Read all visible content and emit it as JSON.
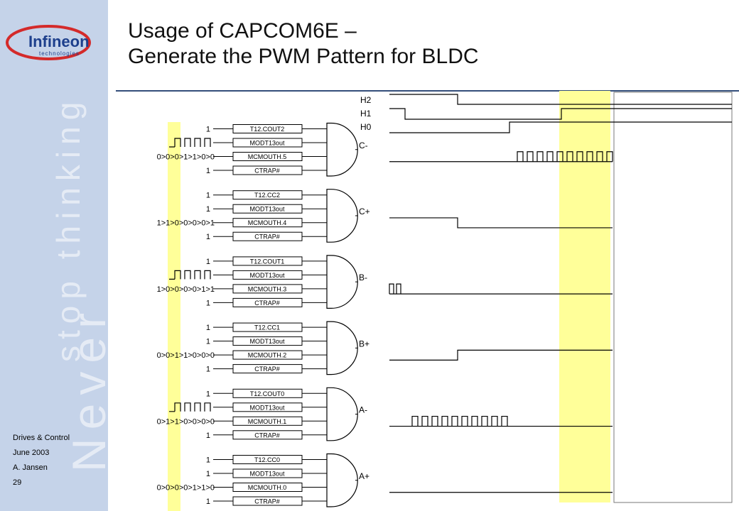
{
  "title_line1": "Usage of CAPCOM6E –",
  "title_line2": "Generate the PWM Pattern for BLDC",
  "logo": {
    "name": "Infineon",
    "sub": "technologies"
  },
  "tagline": {
    "big": "Never",
    "small": "stop thinking"
  },
  "footer": {
    "dept": "Drives & Control",
    "date": "June 2003",
    "author": "A. Jansen",
    "page": "29"
  },
  "colors": {
    "sidebar": "#c5d3e9",
    "highlight": "#ffff99",
    "logo_red": "#d42a2a",
    "logo_blue": "#1d3f8c",
    "title_rule": "#334e7a"
  },
  "hall_labels": [
    "H2",
    "H1",
    "H0"
  ],
  "gates": [
    {
      "output": "C-",
      "inputs": [
        "T12.COUT2",
        "MODT13out",
        "MCMOUTH.5",
        "CTRAP#"
      ],
      "levels": [
        "1",
        "",
        "0>0>0>1>1>0>0",
        "1"
      ]
    },
    {
      "output": "C+",
      "inputs": [
        "T12.CC2",
        "MODT13out",
        "MCMOUTH.4",
        "CTRAP#"
      ],
      "levels": [
        "1",
        "1",
        "1>1>0>0>0>0>1",
        "1"
      ]
    },
    {
      "output": "B-",
      "inputs": [
        "T12.COUT1",
        "MODT13out",
        "MCMOUTH.3",
        "CTRAP#"
      ],
      "levels": [
        "1",
        "",
        "1>0>0>0>0>1>1",
        "1"
      ]
    },
    {
      "output": "B+",
      "inputs": [
        "T12.CC1",
        "MODT13out",
        "MCMOUTH.2",
        "CTRAP#"
      ],
      "levels": [
        "1",
        "1",
        "0>0>1>1>0>0>0",
        "1"
      ]
    },
    {
      "output": "A-",
      "inputs": [
        "T12.COUT0",
        "MODT13out",
        "MCMOUTH.1",
        "CTRAP#"
      ],
      "levels": [
        "1",
        "",
        "0>1>1>0>0>0>0",
        "1"
      ]
    },
    {
      "output": "A+",
      "inputs": [
        "T12.CC0",
        "MODT13out",
        "MCMOUTH.0",
        "CTRAP#"
      ],
      "levels": [
        "1",
        "1",
        "0>0>0>0>1>1>0",
        "1"
      ]
    }
  ]
}
